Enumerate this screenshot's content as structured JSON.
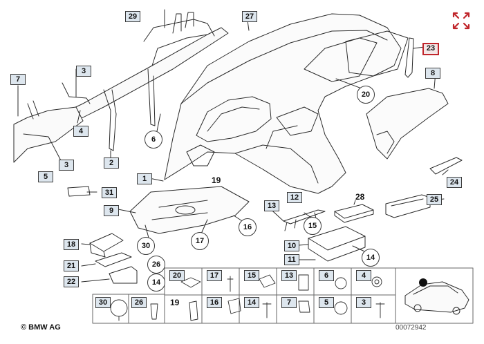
{
  "diagram": {
    "callouts": {
      "c29": "29",
      "c27": "27",
      "c23": "23",
      "c8": "8",
      "c7": "7",
      "c3a": "3",
      "c3b": "3",
      "c4": "4",
      "c5": "5",
      "c6": "6",
      "c2": "2",
      "c1": "1",
      "c31": "31",
      "c9": "9",
      "c20": "20",
      "c19": "19",
      "c16": "16",
      "c17": "17",
      "c30": "30",
      "c18": "18",
      "c21": "21",
      "c22": "22",
      "c26": "26",
      "c14a": "14",
      "c13": "13",
      "c12": "12",
      "c15": "15",
      "c10": "10",
      "c11": "11",
      "c14b": "14",
      "c28": "28",
      "c25": "25",
      "c24": "24"
    },
    "parts_table": {
      "row1": [
        "20",
        "17",
        "15",
        "13",
        "6",
        "4"
      ],
      "row2": [
        "30",
        "26",
        "19",
        "16",
        "14",
        "7",
        "5",
        "3"
      ]
    },
    "copyright": "© BMW AG",
    "drawing_number": "00072942"
  },
  "colors": {
    "highlight": "#c0262c",
    "tag_fill": "#dde6ee",
    "line": "#3a3a3a"
  },
  "icons": {
    "expand": "expand-arrows-icon",
    "car": "car-location-icon"
  }
}
